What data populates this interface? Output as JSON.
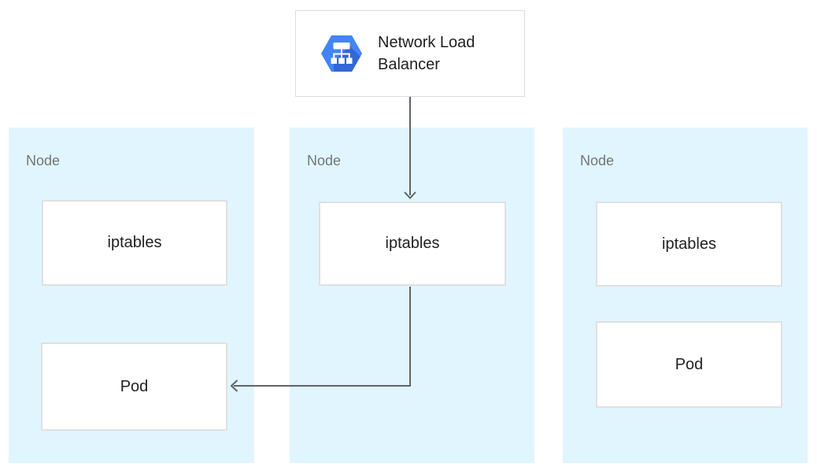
{
  "diagram": {
    "load_balancer": {
      "label": "Network Load Balancer",
      "icon": "load-balancer-icon"
    },
    "nodes": [
      {
        "label": "Node",
        "boxes": [
          {
            "label": "iptables"
          },
          {
            "label": "Pod"
          }
        ]
      },
      {
        "label": "Node",
        "boxes": [
          {
            "label": "iptables"
          }
        ]
      },
      {
        "label": "Node",
        "boxes": [
          {
            "label": "iptables"
          },
          {
            "label": "Pod"
          }
        ]
      }
    ],
    "connections": [
      {
        "from": "network-load-balancer",
        "to": "node-2-iptables",
        "direction": "down"
      },
      {
        "from": "node-2-iptables",
        "to": "node-1-pod",
        "direction": "down-then-left"
      }
    ],
    "colors": {
      "node_background": "#e1f5fe",
      "box_background": "#ffffff",
      "box_border": "#e0e0e0",
      "arrow": "#5f6368",
      "node_label_text": "#757575",
      "box_label_text": "#212121",
      "icon_blue": "#4285f4",
      "icon_blue_shadow": "#3367d6"
    }
  }
}
